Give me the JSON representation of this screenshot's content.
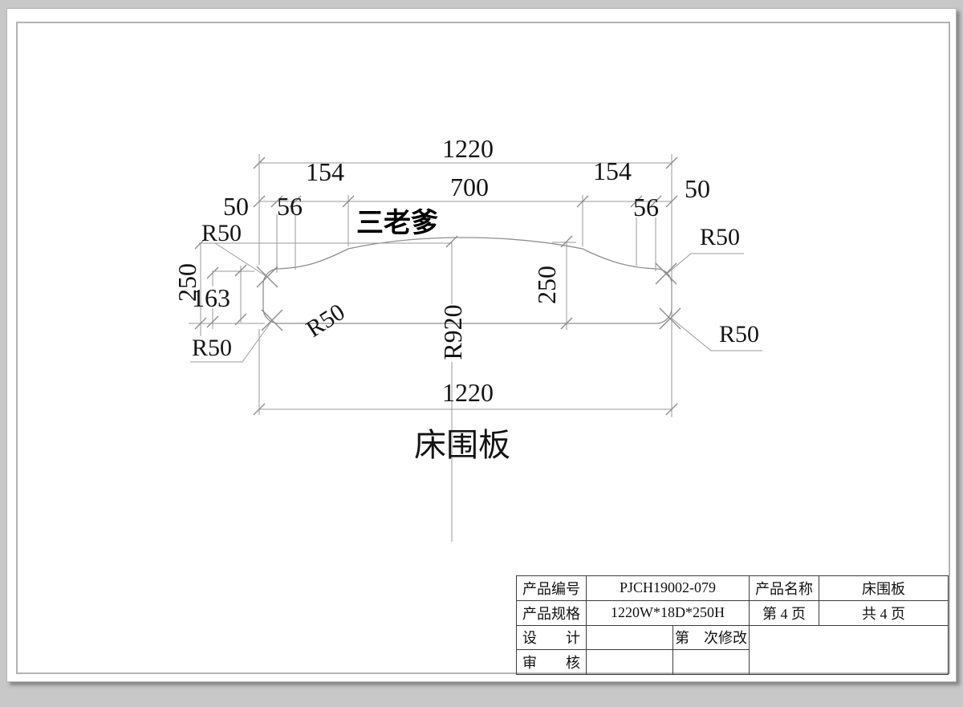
{
  "drawing": {
    "part_title": "床围板",
    "watermark": "三老爹",
    "dims": {
      "total_top": "1220",
      "total_bottom": "1220",
      "seg_154_left": "154",
      "seg_154_right": "154",
      "seg_700": "700",
      "seg_50_left": "50",
      "seg_50_right": "50",
      "seg_56_left": "56",
      "seg_56_right": "56",
      "height_left": "250",
      "height_right": "250",
      "end_height": "163",
      "crest_radius": "R920",
      "r50_top_left": "R50",
      "r50_bottom_left": "R50",
      "r50_mid": "R50",
      "r50_top_right": "R50",
      "r50_bottom_right": "R50"
    }
  },
  "title_block": {
    "product_no_label": "产品编号",
    "product_no": "PJCH19002-079",
    "product_name_label": "产品名称",
    "product_name": "床围板",
    "spec_label": "产品规格",
    "spec": "1220W*18D*250H",
    "page_no": "第 4 页",
    "page_total": "共 4 页",
    "design_label": "设　　计",
    "revision_label": "第　次修改",
    "audit_label": "审　　核"
  },
  "colors": {
    "background": "#c8c8c8",
    "page": "#ffffff",
    "frame": "#b3b3b3",
    "drawing_line": "#9a9a9a",
    "text": "#141414",
    "table_border": "#3c3c3c"
  }
}
